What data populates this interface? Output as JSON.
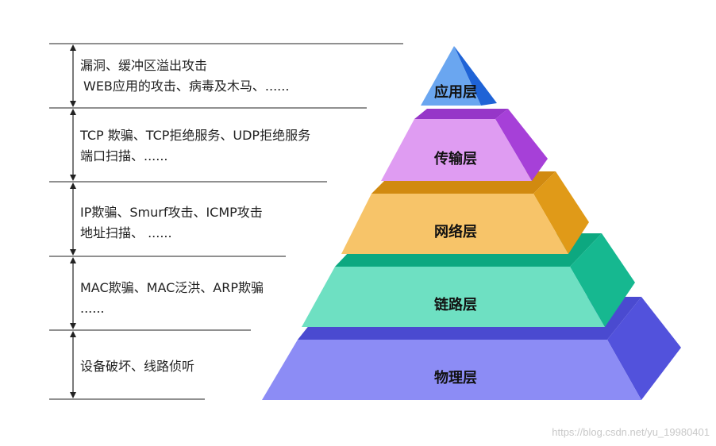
{
  "layers": [
    {
      "name": "应用层",
      "attacks": [
        "漏洞、缓冲区溢出攻击",
        "WEB应用的攻击、病毒及木马、......"
      ],
      "front_color": "#6aa6f0",
      "side_color": "#1f63d6"
    },
    {
      "name": "传输层",
      "attacks": [
        "TCP 欺骗、TCP拒绝服务、UDP拒绝服务",
        "端口扫描、......"
      ],
      "front_color": "#df9cf2",
      "side_color": "#a640d8"
    },
    {
      "name": "网络层",
      "attacks": [
        "IP欺骗、Smurf攻击、ICMP攻击",
        "地址扫描、 ......"
      ],
      "front_color": "#f7c469",
      "side_color": "#e09a18"
    },
    {
      "name": "链路层",
      "attacks": [
        "MAC欺骗、MAC泛洪、ARP欺骗",
        "......"
      ],
      "front_color": "#6ee0c2",
      "side_color": "#16b890"
    },
    {
      "name": "物理层",
      "attacks": [
        "设备破坏、线路侦听"
      ],
      "front_color": "#8c8cf5",
      "side_color": "#5252dc"
    }
  ],
  "watermark": "https://blog.csdn.net/yu_19980401"
}
